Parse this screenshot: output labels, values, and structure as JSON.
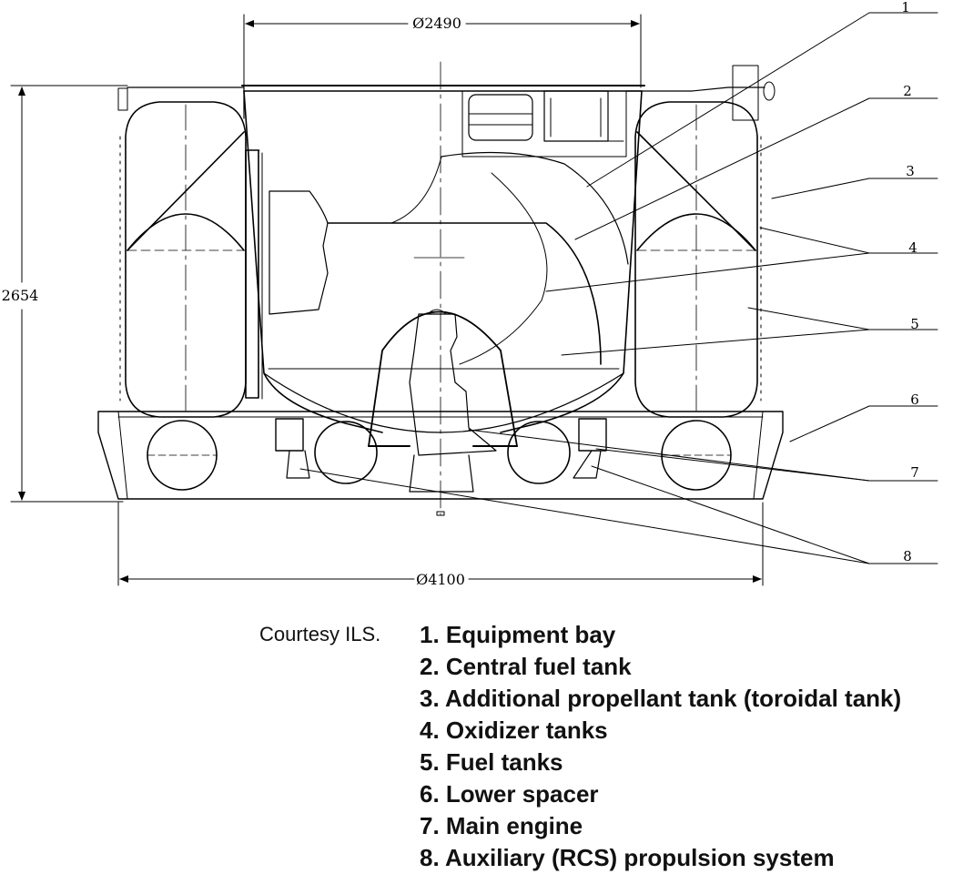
{
  "dimensions": {
    "top_diameter": "Ø2490",
    "height": "2654",
    "bottom_diameter": "Ø4100"
  },
  "callout_numbers": [
    "1",
    "2",
    "3",
    "4",
    "5",
    "6",
    "7",
    "8"
  ],
  "credit": "Courtesy ILS.",
  "legend": [
    "1. Equipment bay",
    "2. Central fuel tank",
    "3. Additional propellant tank (toroidal tank)",
    "4. Oxidizer tanks",
    "5. Fuel tanks",
    "6. Lower spacer",
    "7. Main engine",
    "8. Auxiliary (RCS) propulsion system"
  ]
}
